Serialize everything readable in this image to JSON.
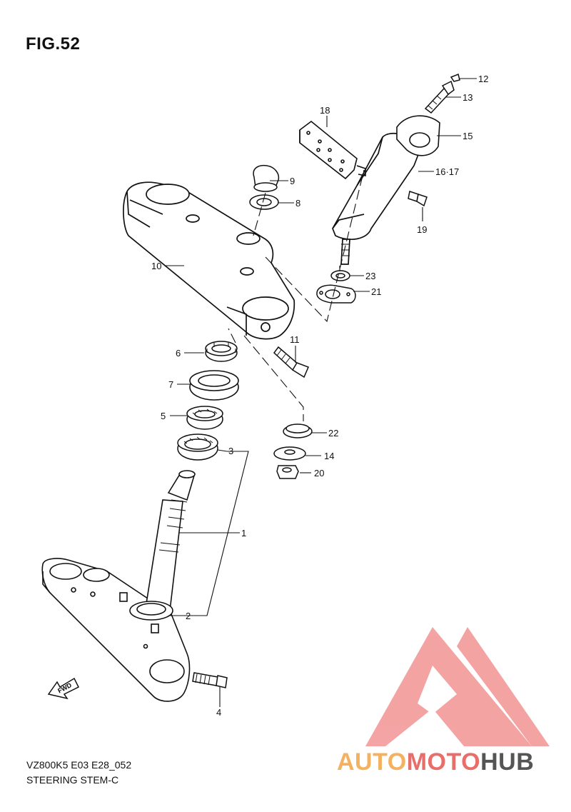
{
  "figure": {
    "title": "FIG.52"
  },
  "footer": {
    "model_code": "VZ800K5 E03 E28_052",
    "section": "STEERING STEM-C"
  },
  "brand": {
    "part1": "AUTO",
    "part2": "MOTO",
    "part3": "HUB",
    "logo_color": "#f39a9a"
  },
  "fwd_label": "FWD",
  "callouts": {
    "c1": "1",
    "c2": "2",
    "c3": "3",
    "c4": "4",
    "c5": "5",
    "c6": "6",
    "c7": "7",
    "c8": "8",
    "c9": "9",
    "c10": "10",
    "c11": "11",
    "c12": "12",
    "c13": "13",
    "c14": "14",
    "c15": "15",
    "c16_17": "16·17",
    "c18": "18",
    "c19": "19",
    "c20": "20",
    "c21": "21",
    "c22": "22",
    "c23": "23"
  }
}
